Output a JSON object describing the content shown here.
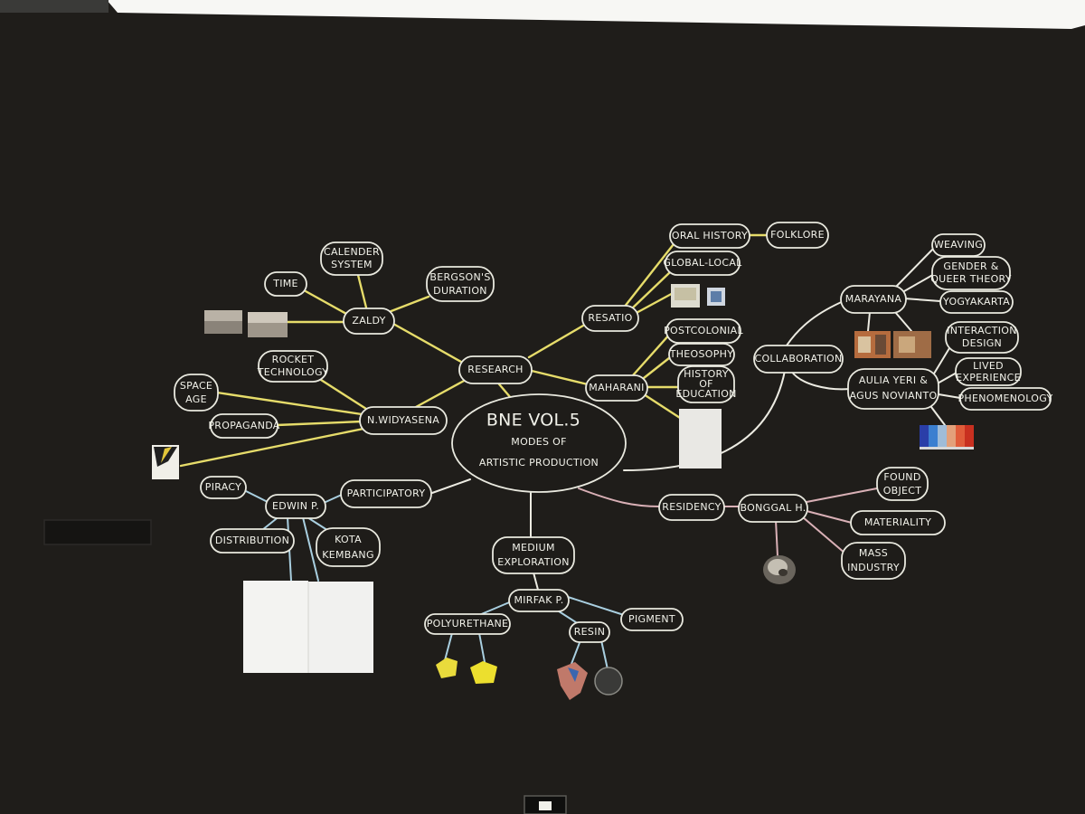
{
  "mindmap": {
    "center": {
      "line1": "BNE VOL.5",
      "line2": "MODES OF",
      "line3": "ARTISTIC PRODUCTION"
    },
    "branches": {
      "research": "RESEARCH",
      "collaboration": "COLLABORATION",
      "participatory": "PARTICIPATORY",
      "residency": "RESIDENCY",
      "medium_line1": "MEDIUM",
      "medium_line2": "EXPLORATION"
    },
    "artists": {
      "zaldy": "ZALDY",
      "widyasena": "N.WIDYASENA",
      "resatio": "RESATIO",
      "maharani": "MAHARANI",
      "marayana": "MARAYANA",
      "aulia_line1": "AULIA YERI &",
      "aulia_line2": "AGUS NOVIANTO",
      "edwin": "EDWIN P.",
      "bonggal": "BONGGAL H.",
      "mirfak": "MIRFAK P."
    },
    "topics": {
      "time": "TIME",
      "calender_line1": "CALENDER",
      "calender_line2": "SYSTEM",
      "bergson_line1": "BERGSON'S",
      "bergson_line2": "DURATION",
      "rocket_line1": "ROCKET",
      "rocket_line2": "TECHNOLOGY",
      "space_line1": "SPACE",
      "space_line2": "AGE",
      "propaganda": "PROPAGANDA",
      "oral_history": "ORAL HISTORY",
      "folklore": "FOLKLORE",
      "global_local": "GLOBAL-LOCAL",
      "postcolonial": "POSTCOLONIAL",
      "theosophy": "THEOSOPHY",
      "history_line1": "HISTORY",
      "history_line2": "OF",
      "history_line3": "EDUCATION",
      "weaving": "WEAVING",
      "gender_line1": "GENDER &",
      "gender_line2": "QUEER THEORY",
      "yogyakarta": "YOGYAKARTA",
      "interaction_line1": "INTERACTION",
      "interaction_line2": "DESIGN",
      "lived_line1": "LIVED",
      "lived_line2": "EXPERIENCE",
      "phenomenology": "PHENOMENOLOGY",
      "piracy": "PIRACY",
      "distribution": "DISTRIBUTION",
      "kota_line1": "KOTA",
      "kota_line2": "KEMBANG",
      "found_line1": "FOUND",
      "found_line2": "OBJECT",
      "materiality": "MATERIALITY",
      "mass_line1": "MASS",
      "mass_line2": "INDUSTRY",
      "polyurethane": "POLYURETHANE",
      "resin": "RESIN",
      "pigment": "PIGMENT"
    }
  },
  "colors": {
    "chalkboard": "#1f1d1a",
    "wall": "#f7f7f4",
    "chalk_white": "#ecebe2",
    "chalk_yellow": "#e6dc6a",
    "chalk_pink": "#d9b0b6",
    "chalk_blue": "#a9cfe0"
  }
}
